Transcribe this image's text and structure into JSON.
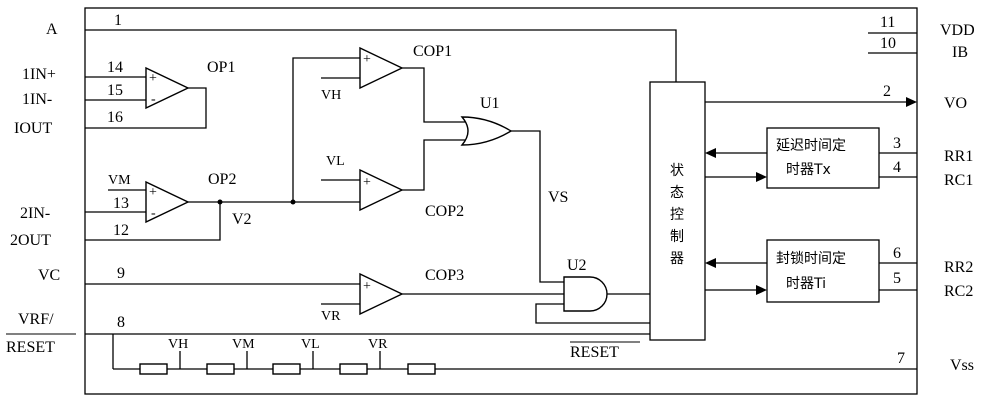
{
  "ext_pins_left": {
    "a": "A",
    "in1p": "1IN+",
    "in1n": "1IN-",
    "iout": "IOUT",
    "in2n": "2IN-",
    "out2": "2OUT",
    "vc": "VC",
    "vrf": "VRF/",
    "reset": "RESET"
  },
  "ext_pins_right": {
    "vdd": "VDD",
    "ib": "IB",
    "vo": "VO",
    "rr1": "RR1",
    "rc1": "RC1",
    "rr2": "RR2",
    "rc2": "RC2",
    "vss": "Vss"
  },
  "pin_numbers": {
    "p1": "1",
    "p2": "2",
    "p3": "3",
    "p4": "4",
    "p5": "5",
    "p6": "6",
    "p7": "7",
    "p8": "8",
    "p9": "9",
    "p10": "10",
    "p11": "11",
    "p12": "12",
    "p13": "13",
    "p14": "14",
    "p15": "15",
    "p16": "16"
  },
  "components": {
    "op1": "OP1",
    "op2": "OP2",
    "cop1": "COP1",
    "cop2": "COP2",
    "cop3": "COP3",
    "u1": "U1",
    "u2": "U2",
    "controller": [
      "状",
      "态",
      "控",
      "制",
      "器"
    ],
    "timer_tx": [
      "延迟时间定",
      "时器Tx"
    ],
    "timer_ti": [
      "封锁时间定",
      "时器Ti"
    ]
  },
  "signals": {
    "vm": "VM",
    "vh": "VH",
    "vl": "VL",
    "vr": "VR",
    "v2": "V2",
    "vs": "VS",
    "reset_bar": "RESET",
    "divider_labels": [
      "VH",
      "VM",
      "VL",
      "VR"
    ]
  }
}
